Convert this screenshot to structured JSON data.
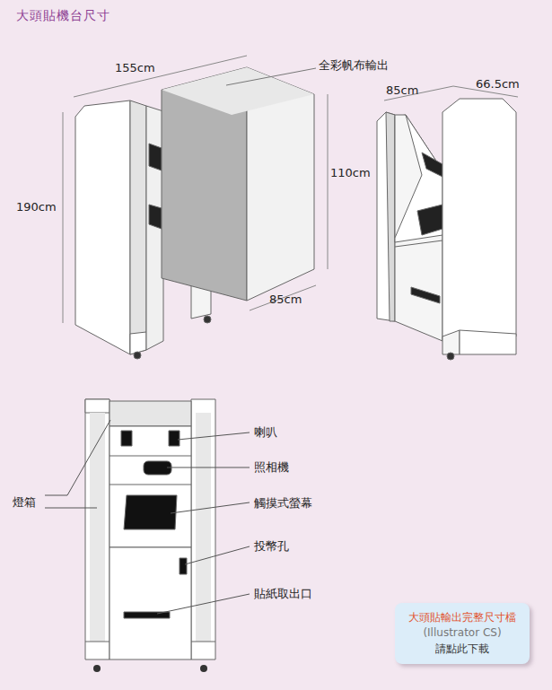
{
  "diagram": {
    "title": "大頭貼機台尺寸",
    "nodes": [
      {
        "text": [
          "大頭貼輸出完整尺寸檔",
          "(Illustrator CS)",
          "請點此下載"
        ]
      }
    ],
    "labels": [
      "155cm",
      "全彩帆布輸出",
      "85cm",
      "66.5cm",
      "190cm",
      "110cm",
      "85cm",
      "燈箱",
      "喇叭",
      "照相機",
      "觸摸式螢幕",
      "投幣孔",
      "貼紙取出口"
    ]
  }
}
